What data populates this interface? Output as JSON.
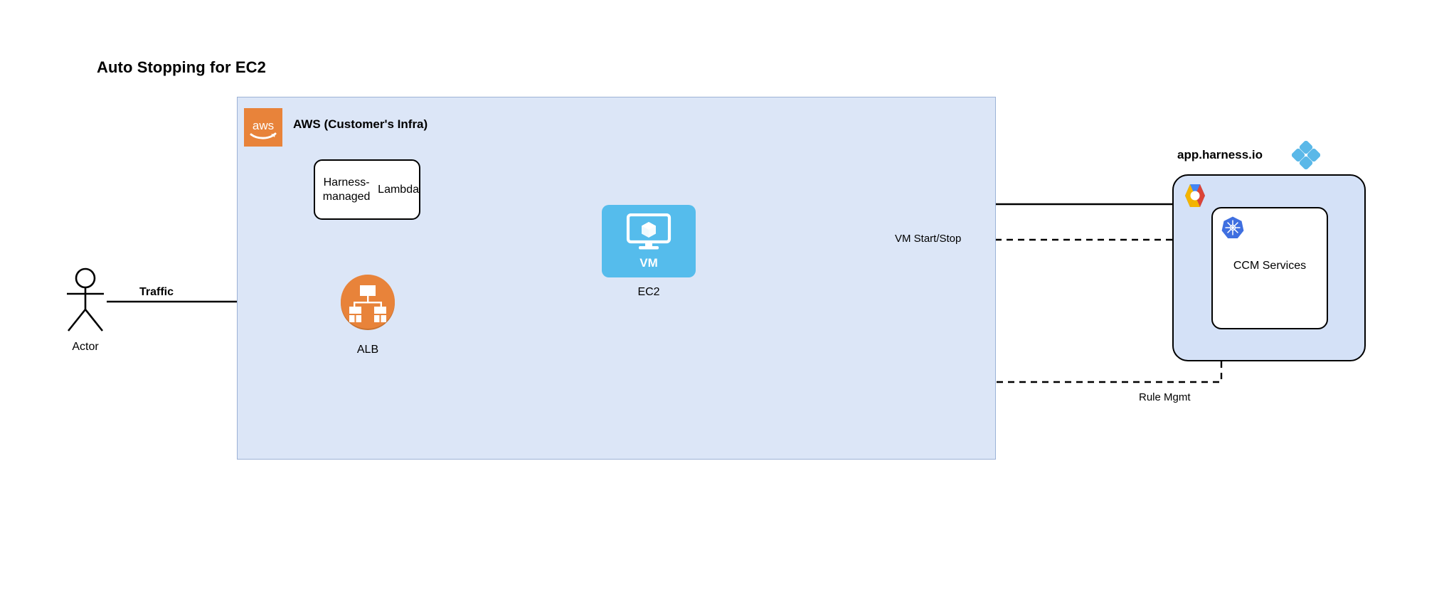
{
  "diagram": {
    "title": "Auto Stopping for EC2",
    "type": "architecture-diagram"
  },
  "aws": {
    "container_label": "AWS (Customer's Infra)",
    "logo_icon": "aws-logo-icon",
    "logo_wordmark": "aws",
    "background_color": "#dce6f7",
    "border_color": "#9cb2d6",
    "logo_color": "#e8833a",
    "nodes": {
      "lambda": {
        "label": "Harness-managed Lambda",
        "line1": "Harness-managed",
        "line2": "Lambda",
        "shape": "rounded-rectangle",
        "fill": "#ffffff"
      },
      "alb": {
        "label": "ALB",
        "icon": "load-balancer-icon",
        "shape": "circle",
        "fill": "#e8833a"
      },
      "ec2": {
        "label": "EC2",
        "inner_label": "VM",
        "icon": "vm-monitor-icon",
        "shape": "rounded-square",
        "fill": "#55bcec"
      }
    }
  },
  "actor": {
    "label": "Actor",
    "icon": "stick-figure-icon"
  },
  "harness": {
    "title": "app.harness.io",
    "logo_icon": "harness-diamond-icon",
    "logo_color": "#5ab8e8",
    "cloud_fill": "#d4e1f7",
    "gcp_icon": "google-cloud-hexagon-icon",
    "services": {
      "label": "CCM Services",
      "icon": "kubernetes-icon",
      "icon_color": "#3f6fe0"
    }
  },
  "edges": [
    {
      "id": "actor-to-alb",
      "label": "Traffic",
      "from": "Actor",
      "to": "ALB",
      "style": "solid",
      "arrow": "end",
      "label_bold": true
    },
    {
      "id": "alb-to-ec2",
      "label": "",
      "from": "ALB",
      "to": "EC2",
      "style": "solid",
      "arrow": "end"
    },
    {
      "id": "alb-to-lambda",
      "label": "",
      "from": "ALB",
      "to": "Harness-managed Lambda",
      "style": "solid",
      "arrow": "end"
    },
    {
      "id": "harness-to-lambda",
      "label": "",
      "from": "app.harness.io",
      "to": "Harness-managed Lambda",
      "style": "solid",
      "arrow": "end"
    },
    {
      "id": "harness-to-ec2",
      "label": "VM Start/Stop",
      "from": "app.harness.io",
      "to": "EC2",
      "style": "dashed",
      "arrow": "end"
    },
    {
      "id": "harness-to-alb",
      "label": "Rule Mgmt",
      "from": "app.harness.io",
      "to": "ALB",
      "style": "dashed",
      "arrow": "end"
    }
  ],
  "labels": {
    "traffic": "Traffic",
    "vm_start_stop": "VM Start/Stop",
    "rule_mgmt": "Rule Mgmt"
  }
}
